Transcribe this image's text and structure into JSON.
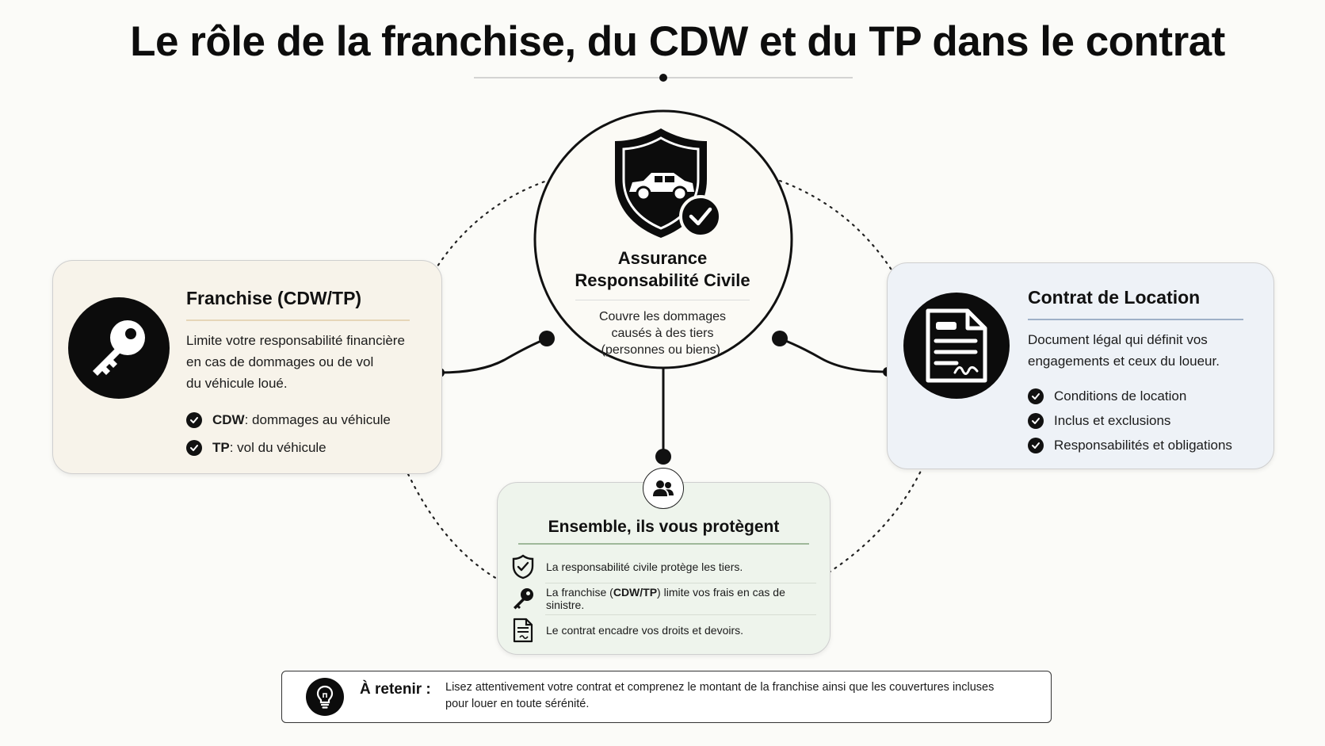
{
  "title": "Le rôle de la franchise, du CDW et du TP dans le contrat",
  "center": {
    "icon": "shield-car-check-icon",
    "title_line1": "Assurance",
    "title_line2": "Responsabilité Civile",
    "desc_line1": "Couvre les dommages",
    "desc_line2": "causés à des tiers",
    "desc_line3": "(personnes ou biens)."
  },
  "left_card": {
    "icon": "key-icon",
    "title": "Franchise (CDW/TP)",
    "text_line1": "Limite votre responsabilité financière",
    "text_line2": "en cas de dommages ou de vol",
    "text_line3": "du véhicule loué.",
    "items": [
      {
        "term": "CDW",
        "desc": " : dommages au véhicule"
      },
      {
        "term": "TP",
        "desc": " : vol du véhicule"
      }
    ]
  },
  "right_card": {
    "icon": "contract-document-icon",
    "title": "Contrat de Location",
    "text_line1": "Document légal qui définit vos",
    "text_line2": "engagements et ceux du loueur.",
    "items": [
      "Conditions de location",
      "Inclus et exclusions",
      "Responsabilités et obligations"
    ]
  },
  "bottom_card": {
    "icon": "people-icon",
    "title": "Ensemble, ils vous protègent",
    "row1": "La responsabilité civile protège les tiers.",
    "row2_pre": "La franchise (",
    "row2_bold": "CDW/TP",
    "row2_post": ") limite vos frais en cas de sinistre.",
    "row3": "Le contrat encadre vos droits et devoirs."
  },
  "note": {
    "icon": "lightbulb-icon",
    "label": "À retenir :",
    "line1": "Lisez attentivement votre contrat et comprenez le montant de la franchise ainsi que les couvertures incluses",
    "line2": "pour louer en toute sérénité."
  },
  "colors": {
    "left_card_bg": "#f7f3ea",
    "right_card_bg": "#eef2f7",
    "bottom_card_bg": "#eef4ec",
    "left_rule": "#e6d6b8",
    "right_rule": "#9fb0c8",
    "bottom_rule": "#9fb89a"
  }
}
